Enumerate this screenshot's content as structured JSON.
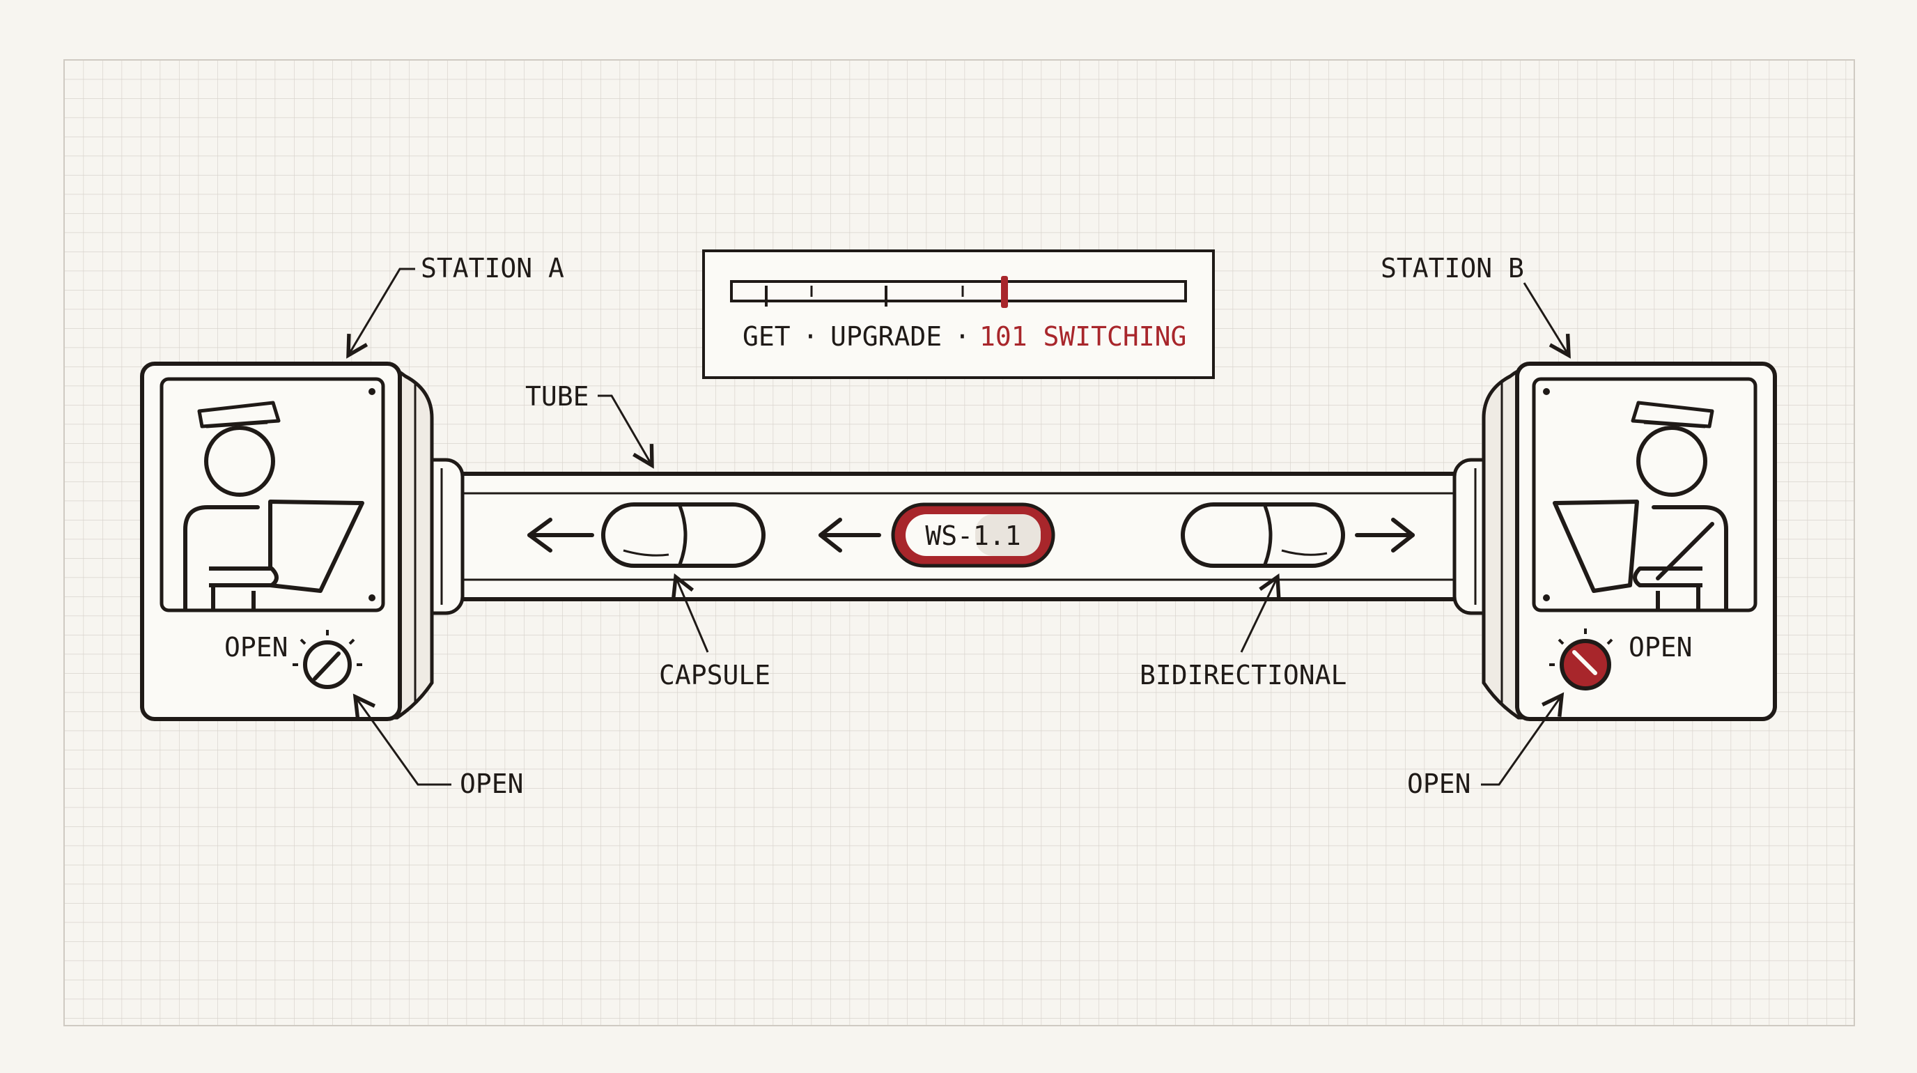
{
  "labels": {
    "station_a": "STATION A",
    "station_b": "STATION B",
    "tube": "TUBE",
    "capsule": "CAPSULE",
    "bidirectional": "BIDIRECTIONAL",
    "open_knob_a": "OPEN",
    "open_knob_b": "OPEN",
    "open_callout_a": "OPEN",
    "open_callout_b": "OPEN"
  },
  "meter": {
    "step_get": "GET",
    "separator_1": "·",
    "step_upgrade": "UPGRADE",
    "separator_2": "·",
    "step_switching": "101 SWITCHING"
  },
  "capsule_center": {
    "label": "WS-1.1"
  },
  "colors": {
    "ink": "#1f1a17",
    "accent": "#a8262b",
    "paper": "#f7f5f0",
    "grid": "#d8d4cd",
    "panel": "#fbfaf6"
  },
  "icons": [
    "guard-a-icon",
    "guard-b-icon",
    "knob-a-icon",
    "knob-b-icon",
    "arrow-left-icon",
    "arrow-right-icon"
  ]
}
